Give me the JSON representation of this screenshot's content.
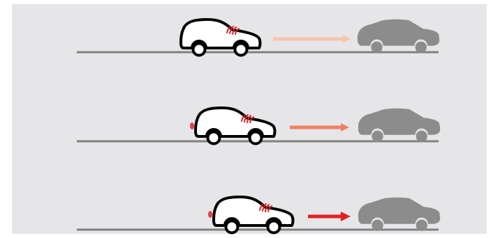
{
  "scenes": [
    {
      "step": 1,
      "brake_indicators": false,
      "arrow_color": "#f7c4ad"
    },
    {
      "step": 2,
      "brake_indicators": true,
      "arrow_color": "#f07f62"
    },
    {
      "step": 3,
      "brake_indicators": true,
      "arrow_color": "#e31f23"
    }
  ],
  "colors": {
    "background": "#e6e6e8",
    "road": "#808080",
    "car_outline": "#000000",
    "car_fill": "#ffffff",
    "target_car": "#8c8c8c",
    "sensor_waves": "#e31f23",
    "brake_pad": "#f39200"
  }
}
